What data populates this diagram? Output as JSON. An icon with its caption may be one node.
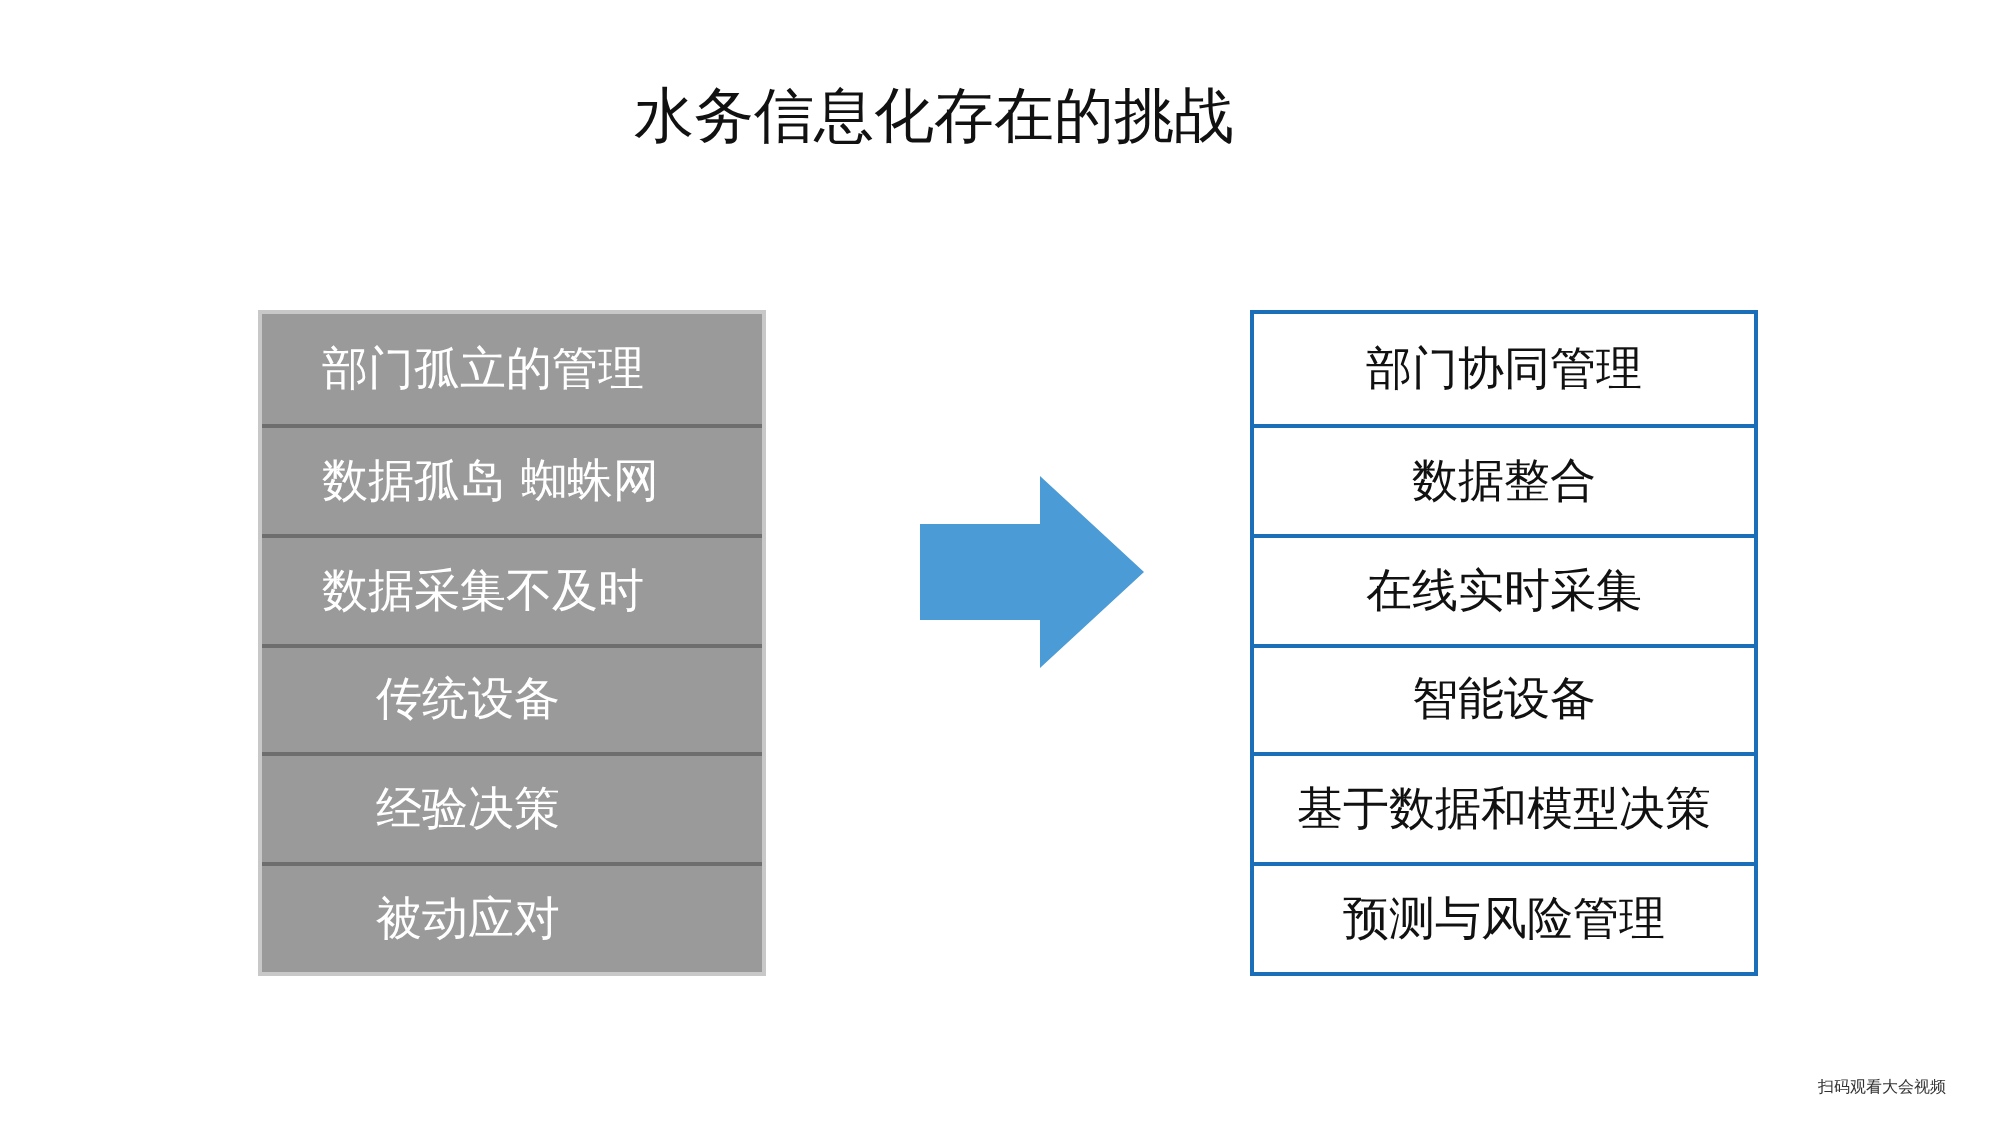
{
  "diagram": {
    "title": "水务信息化存在的挑战",
    "nodes": [
      {
        "text": [],
        "shape": "box"
      },
      {
        "text": [
          "部门孤立的管理"
        ],
        "in": 0
      },
      {
        "text": [
          "数据孤岛 蜘蛛网"
        ],
        "in": 0
      },
      {
        "text": [
          "数据采集不及时"
        ],
        "in": 0
      },
      {
        "text": [
          "传统设备"
        ],
        "in": 0
      },
      {
        "text": [
          "经验决策"
        ],
        "in": 0
      },
      {
        "text": [
          "被动应对"
        ],
        "in": 0
      },
      {
        "text": [],
        "shape": "box"
      },
      {
        "text": [
          "部门协同管理"
        ],
        "in": 7
      },
      {
        "text": [
          "数据整合"
        ],
        "in": 7
      },
      {
        "text": [
          "在线实时采集"
        ],
        "in": 7
      },
      {
        "text": [
          "智能设备"
        ],
        "in": 7
      },
      {
        "text": [
          "基于数据和模型决策"
        ],
        "in": 7
      },
      {
        "text": [
          "预测与风险管理"
        ],
        "in": 7
      }
    ],
    "edges": [
      {
        "from": 0,
        "to": 7,
        "arrow": "to",
        "style": "thick",
        "color": "#4a9bd6"
      }
    ],
    "labels": [
      "扫码观看大会视频"
    ]
  }
}
